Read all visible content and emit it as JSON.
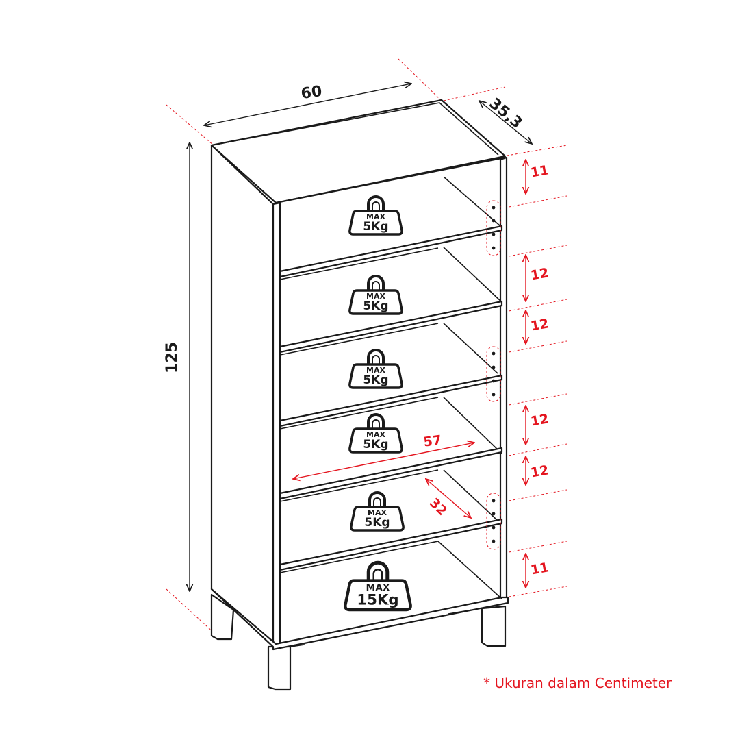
{
  "colors": {
    "line": "#1a1a1a",
    "accent": "#e4151f",
    "background": "#ffffff"
  },
  "dimensions": {
    "width": "60",
    "depth": "35,3",
    "height": "125",
    "inner_width": "57",
    "inner_depth": "32",
    "gaps": [
      "11",
      "12",
      "12",
      "12",
      "12",
      "11"
    ]
  },
  "weights": [
    {
      "icon": "weight-icon",
      "max_label": "MAX",
      "value": "5Kg"
    },
    {
      "icon": "weight-icon",
      "max_label": "MAX",
      "value": "5Kg"
    },
    {
      "icon": "weight-icon",
      "max_label": "MAX",
      "value": "5Kg"
    },
    {
      "icon": "weight-icon",
      "max_label": "MAX",
      "value": "5Kg"
    },
    {
      "icon": "weight-icon",
      "max_label": "MAX",
      "value": "5Kg"
    },
    {
      "icon": "weight-icon",
      "max_label": "MAX",
      "value": "15Kg"
    }
  ],
  "note": "* Ukuran dalam Centimeter"
}
